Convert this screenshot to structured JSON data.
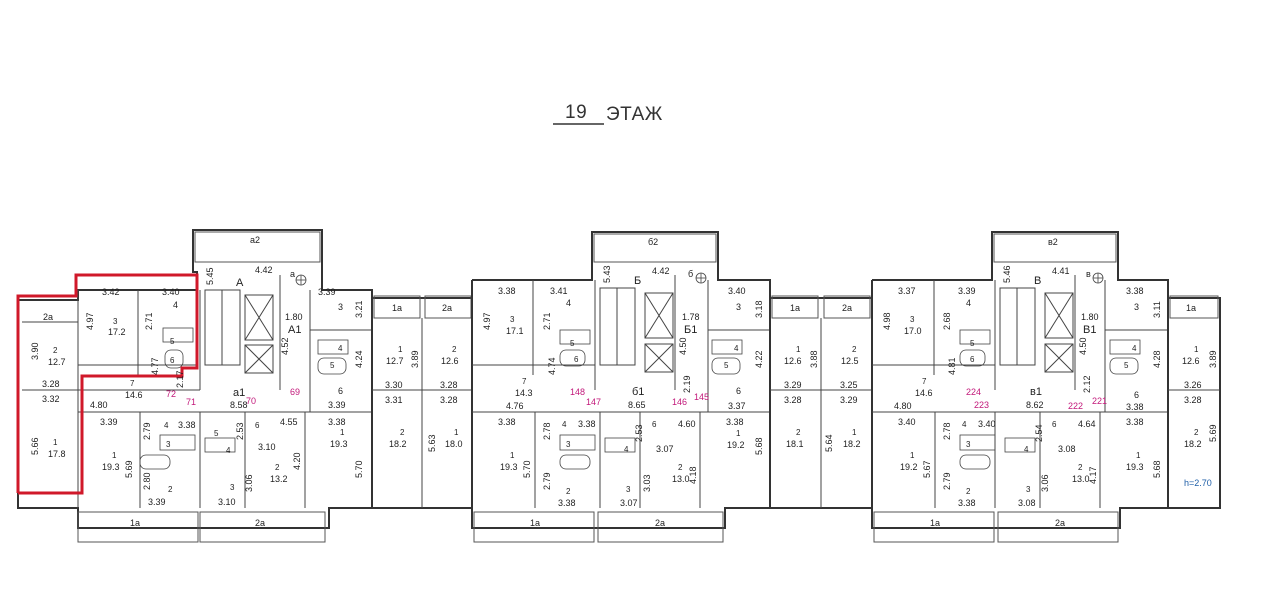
{
  "title": {
    "floor_number": "19",
    "floor_word": "ЭТАЖ"
  },
  "height_note": "h=2.70",
  "colors": {
    "highlight": "#d0182a",
    "magenta": "#c2187a",
    "note_blue": "#1f5fa8"
  },
  "sections": [
    {
      "top_balcony": "а2",
      "stair_label": "А",
      "lift_label": "А1",
      "corridor_label": "а1",
      "corner_label": "а",
      "labels": {
        "l_2a_top": "2а",
        "l_342": "3.42",
        "l_340": "3.40",
        "l_4a": "4",
        "l_545": "5.45",
        "l_442": "4.42",
        "l_339a": "3.39",
        "l_3a": "3",
        "l_321": "3.21",
        "l_497": "4.97",
        "l_3_172": "3",
        "v172": "17.2",
        "l_271": "2.71",
        "l_180": "1.80",
        "l_452": "4.52",
        "l_390": "3.90",
        "l_2_127": "2",
        "v127": "12.7",
        "l_5a": "5",
        "l_6a": "6",
        "l_4b": "4",
        "l_5b": "5",
        "l_424": "4.24",
        "l_477": "4.77",
        "l_217": "2.17",
        "l_328": "3.28",
        "l_7": "7",
        "v146": "14.6",
        "l_332": "3.32",
        "l_480": "4.80",
        "l_858": "8.58",
        "l_6b": "6",
        "l_339b": "3.39",
        "l_566": "5.66",
        "l_1_178": "1",
        "v178": "17.8",
        "l_339c": "3.39",
        "l_279": "2.79",
        "l_4c": "4",
        "l_338": "3.38",
        "l_5c": "5",
        "l_253": "2.53",
        "l_6c": "6",
        "l_455": "4.55",
        "l_338b": "3.38",
        "l_1_193": "1",
        "v193": "19.3",
        "l_569": "5.69",
        "l_3b": "3",
        "l_4d": "4",
        "l_310a": "3.10",
        "l_2_132": "2",
        "v132": "13.2",
        "l_420": "4.20",
        "l_1_193b": "1",
        "v193b": "19.3",
        "l_570": "5.70",
        "l_280": "2.80",
        "l_2b": "2",
        "l_3c": "3",
        "l_306": "3.06",
        "l_339d": "3.39",
        "l_310b": "3.10",
        "b_1a": "1а",
        "b_2a": "2а"
      },
      "stair_numbers": [
        "72",
        "71",
        "70",
        "69"
      ]
    },
    {
      "top_balcony": "б2",
      "stair_label": "Б",
      "lift_label": "Б1",
      "corridor_label": "б1",
      "corner_label": "б",
      "labels": {
        "l_338": "3.38",
        "l_341": "3.41",
        "l_4a": "4",
        "l_543": "5.43",
        "l_442": "4.42",
        "l_340": "3.40",
        "l_3a": "3",
        "l_318": "3.18",
        "l_497": "4.97",
        "l_3_171": "3",
        "v171": "17.1",
        "l_271": "2.71",
        "l_178": "1.78",
        "l_450": "4.50",
        "l_5a": "5",
        "l_6a": "6",
        "l_4b": "4",
        "l_5b": "5",
        "l_422": "4.22",
        "l_474": "4.74",
        "l_7": "7",
        "v143": "14.3",
        "l_476": "4.76",
        "l_865": "8.65",
        "l_219": "2.19",
        "l_6b": "6",
        "l_337": "3.37",
        "l_338b": "3.38",
        "l_278": "2.78",
        "l_4c": "4",
        "l_338c": "3.38",
        "l_253": "2.53",
        "l_6c": "6",
        "l_460": "4.60",
        "l_338d": "3.38",
        "l_1_193": "1",
        "v193": "19.3",
        "l_570": "5.70",
        "l_3b": "3",
        "l_4d": "4",
        "l_307a": "3.07",
        "l_2_130": "2",
        "v130": "13.0",
        "l_418": "4.18",
        "l_1_192": "1",
        "v192": "19.2",
        "l_568": "5.68",
        "l_279": "2.79",
        "l_2b": "2",
        "l_3c": "3",
        "l_303": "3.03",
        "l_338e": "3.38",
        "l_307b": "3.07",
        "b_1a": "1а",
        "b_2a": "2а"
      },
      "stair_numbers": [
        "148",
        "147",
        "146",
        "145"
      ]
    },
    {
      "top_balcony": "в2",
      "stair_label": "В",
      "lift_label": "В1",
      "corridor_label": "в1",
      "corner_label": "в",
      "labels": {
        "l_337": "3.37",
        "l_339": "3.39",
        "l_4a": "4",
        "l_546": "5.46",
        "l_441": "4.41",
        "l_338": "3.38",
        "l_3a": "3",
        "l_311": "3.11",
        "l_498": "4.98",
        "l_3_170": "3",
        "v170": "17.0",
        "l_268": "2.68",
        "l_180": "1.80",
        "l_450": "4.50",
        "l_5a": "5",
        "l_6a": "6",
        "l_4b": "4",
        "l_5b": "5",
        "l_428": "4.28",
        "l_481": "4.81",
        "l_7": "7",
        "v146": "14.6",
        "l_480": "4.80",
        "l_862": "8.62",
        "l_212": "2.12",
        "l_6b": "6",
        "l_338b": "3.38",
        "l_340": "3.40",
        "l_278": "2.78",
        "l_4c": "4",
        "l_340b": "3.40",
        "l_254": "2.54",
        "l_6c": "6",
        "l_464": "4.64",
        "l_338c": "3.38",
        "l_1_192": "1",
        "v192": "19.2",
        "l_567": "5.67",
        "l_3b": "3",
        "l_4d": "4",
        "l_308a": "3.08",
        "l_2_130": "2",
        "v130": "13.0",
        "l_417": "4.17",
        "l_1_193": "1",
        "v193": "19.3",
        "l_568": "5.68",
        "l_279": "2.79",
        "l_2b": "2",
        "l_3c": "3",
        "l_306": "3.06",
        "l_338d": "3.38",
        "l_308b": "3.08",
        "b_1a": "1а",
        "b_2a": "2а"
      },
      "stair_numbers": [
        "224",
        "223",
        "222",
        "221"
      ]
    }
  ],
  "connectors": [
    {
      "balc_1a": "1а",
      "balc_2a": "2а",
      "l_1_127": "1",
      "v127": "12.7",
      "l_389": "3.89",
      "l_2_126": "2",
      "v126": "12.6",
      "l_330": "3.30",
      "l_328a": "3.28",
      "l_331": "3.31",
      "l_328b": "3.28",
      "l_2_182": "2",
      "v182": "18.2",
      "l_563": "5.63",
      "l_1_180": "1",
      "v180": "18.0"
    },
    {
      "balc_1a": "1а",
      "balc_2a": "2а",
      "l_1_126": "1",
      "v126": "12.6",
      "l_388": "3.88",
      "l_2_125": "2",
      "v125": "12.5",
      "l_329": "3.29",
      "l_325": "3.25",
      "l_328": "3.28",
      "l_329b": "3.29",
      "l_2_181": "2",
      "v181": "18.1",
      "l_564": "5.64",
      "l_1_182": "1",
      "v182": "18.2"
    }
  ],
  "right_end": {
    "balc_1a": "1а",
    "l_1_126": "1",
    "v126": "12.6",
    "l_389": "3.89",
    "l_326": "3.26",
    "l_328": "3.28",
    "l_2_182": "2",
    "v182": "18.2",
    "l_569": "5.69"
  }
}
